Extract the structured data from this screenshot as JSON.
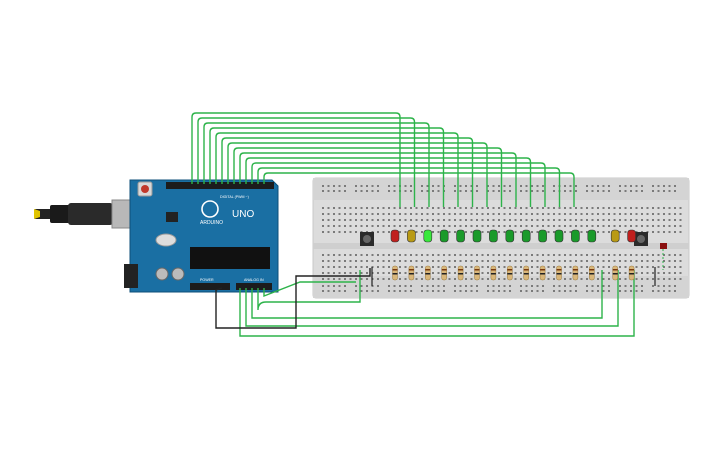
{
  "board": {
    "logo_text": "ARDUINO",
    "model_text": "UNO",
    "digital_header_text": "DIGITAL (PWM ~)",
    "power_text": "POWER",
    "analog_text": "ANALOG IN"
  },
  "leds": [
    {
      "color": "#c0201e"
    },
    {
      "color": "#b99a14"
    },
    {
      "color": "#39e83c"
    },
    {
      "color": "#1a9a2a"
    },
    {
      "color": "#1a9a2a"
    },
    {
      "color": "#1a9a2a"
    },
    {
      "color": "#1a9a2a"
    },
    {
      "color": "#1a9a2a"
    },
    {
      "color": "#1a9a2a"
    },
    {
      "color": "#1a9a2a"
    },
    {
      "color": "#1a9a2a"
    },
    {
      "color": "#1a9a2a"
    },
    {
      "color": "#1a9a2a"
    },
    {
      "color": "#b99a14"
    },
    {
      "color": "#c0201e"
    }
  ],
  "colors": {
    "wire": "#2db34a",
    "wire_black": "#222222",
    "board": "#1a6fa3",
    "breadboard": "#dcdcdc",
    "resistor": "#d9b77a"
  }
}
